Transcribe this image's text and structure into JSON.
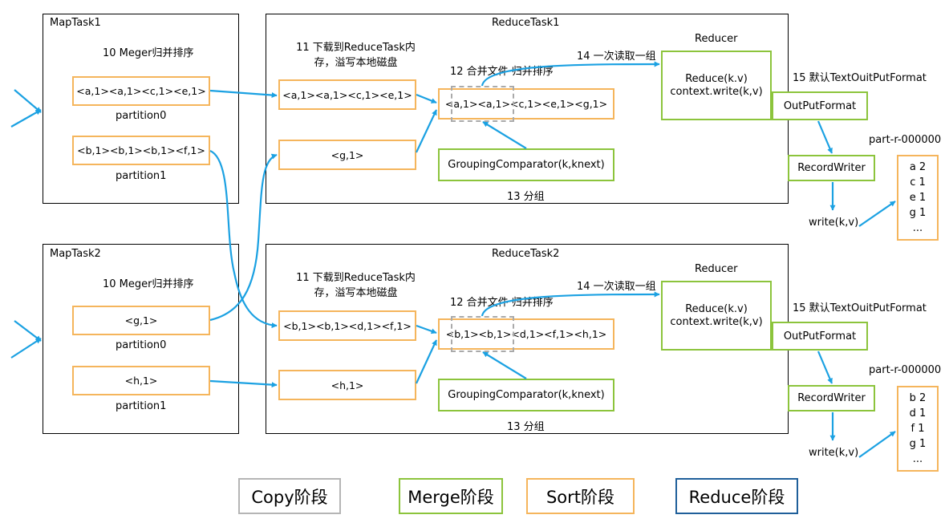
{
  "maptask1": {
    "title": "MapTask1",
    "step": "10 Meger归并排序",
    "partition0": {
      "content": "<a,1><a,1><c,1><e,1>",
      "label": "partition0"
    },
    "partition1": {
      "content": "<b,1><b,1><b,1><f,1>",
      "label": "partition1"
    }
  },
  "maptask2": {
    "title": "MapTask2",
    "step": "10 Meger归并排序",
    "partition0": {
      "content": "<g,1>",
      "label": "partition0"
    },
    "partition1": {
      "content": "<h,1>",
      "label": "partition1"
    }
  },
  "reducetask1": {
    "title": "ReduceTask1",
    "download_line1": "11 下载到ReduceTask内",
    "download_line2": "存，溢写本地磁盘",
    "downloaded_a": "<a,1><a,1><c,1><e,1>",
    "downloaded_b": "<g,1>",
    "merge_label": "12 合并文件 归并排序",
    "merged": "<a,1><a,1><c,1><e,1><g,1>",
    "grouping_comparator": "GroupingComparator(k,knext)",
    "group_label": "13 分组",
    "read_label": "14 一次读取一组",
    "reducer_title": "Reducer",
    "reducer_line1": "Reduce(k.v)",
    "reducer_line2": "context.write(k,v)",
    "output_format_label": "15 默认TextOuitPutFormat",
    "output_format": "OutPutFormat",
    "record_writer": "RecordWriter",
    "write_label": "write(k,v)",
    "output_file": "part-r-000000",
    "output_lines": [
      "a 2",
      "c 1",
      "e 1",
      "g 1",
      "..."
    ]
  },
  "reducetask2": {
    "title": "ReduceTask2",
    "download_line1": "11 下载到ReduceTask内",
    "download_line2": "存，溢写本地磁盘",
    "downloaded_a": "<b,1><b,1><d,1><f,1>",
    "downloaded_b": "<h,1>",
    "merge_label": "12 合并文件 归并排序",
    "merged": "<b,1><b,1><d,1><f,1><h,1>",
    "grouping_comparator": "GroupingComparator(k,knext)",
    "group_label": "13 分组",
    "read_label": "14 一次读取一组",
    "reducer_title": "Reducer",
    "reducer_line1": "Reduce(k.v)",
    "reducer_line2": "context.write(k,v)",
    "output_format_label": "15 默认TextOuitPutFormat",
    "output_format": "OutPutFormat",
    "record_writer": "RecordWriter",
    "write_label": "write(k,v)",
    "output_file": "part-r-000000",
    "output_lines": [
      "b 2",
      "d 1",
      "f 1",
      "g 1",
      "..."
    ]
  },
  "legend": {
    "copy": "Copy阶段",
    "merge": "Merge阶段",
    "sort": "Sort阶段",
    "reduce": "Reduce阶段"
  },
  "colors": {
    "arrow": "#1ba1e2",
    "copy": "#b5b5b5",
    "merge": "#8cc43c",
    "sort": "#f5b55c",
    "reduce": "#1f5f9a"
  }
}
